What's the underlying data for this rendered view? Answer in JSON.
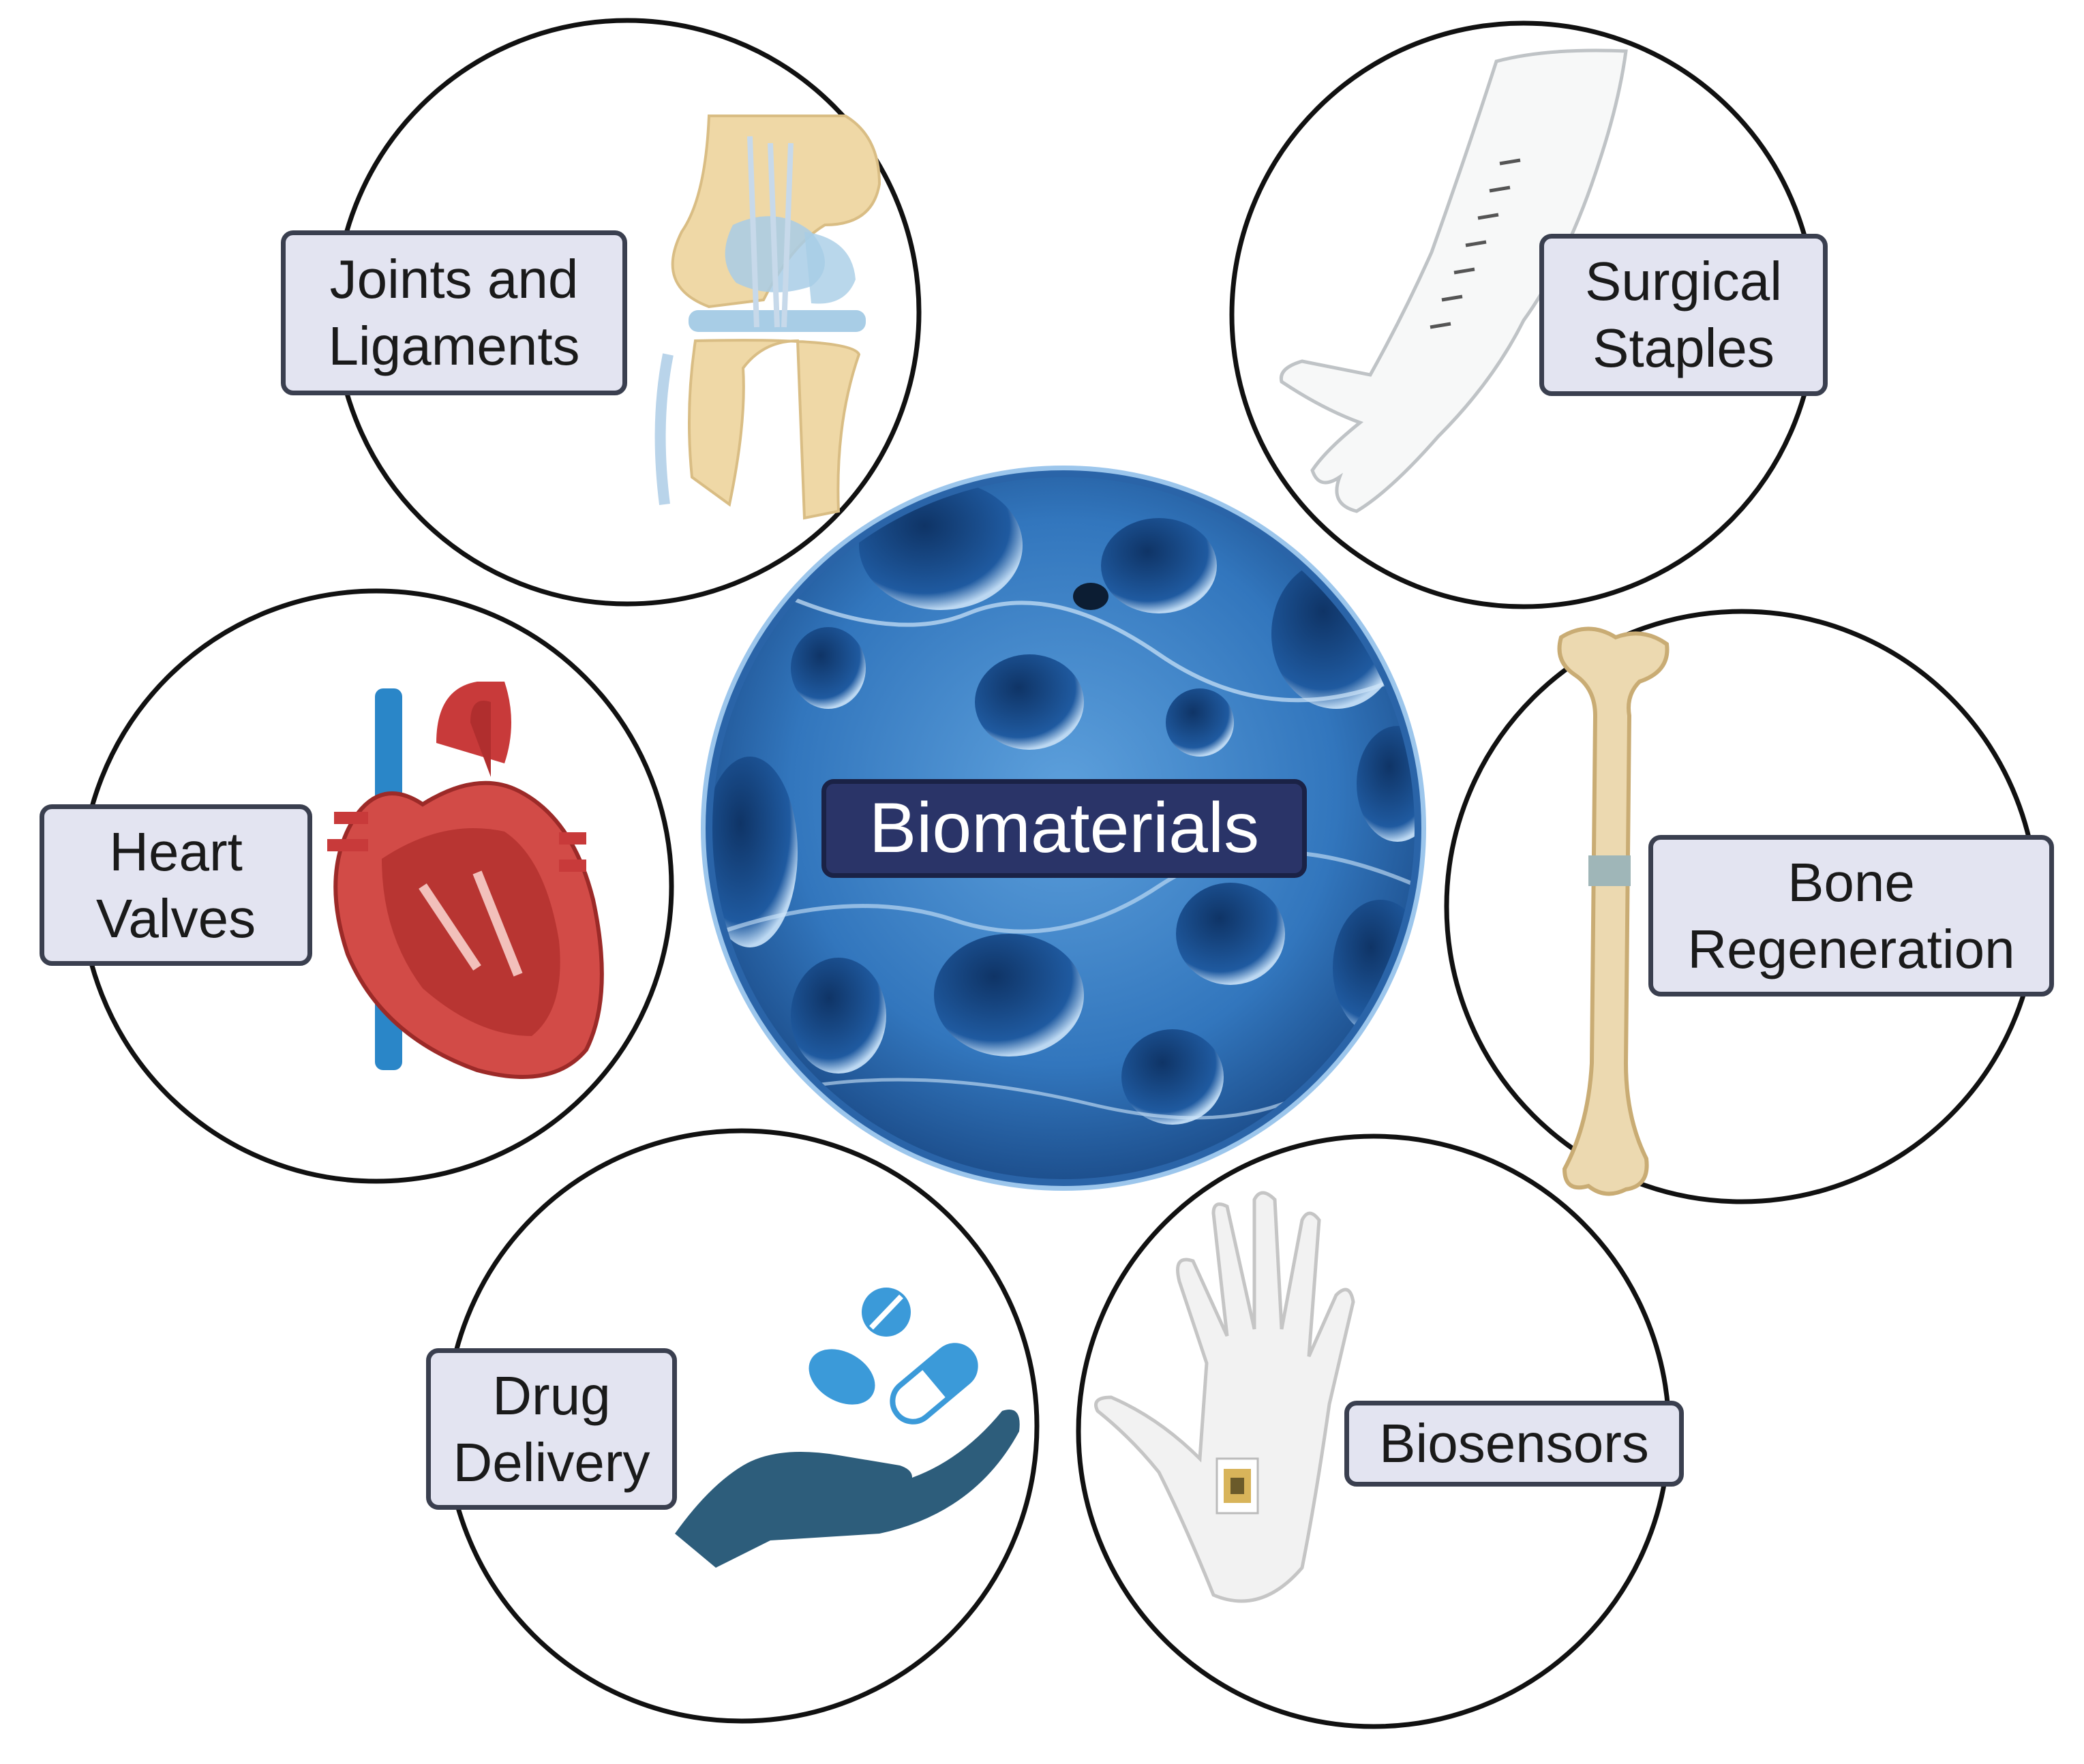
{
  "center": {
    "label": "Biomaterials"
  },
  "applications": [
    {
      "line1": "Joints and",
      "line2": "Ligaments",
      "icon": "knee-joint-icon"
    },
    {
      "line1": "Surgical",
      "line2": "Staples",
      "icon": "stapled-arm-icon"
    },
    {
      "line1": "Heart",
      "line2": "Valves",
      "icon": "heart-icon"
    },
    {
      "line1": "Bone",
      "line2": "Regeneration",
      "icon": "bone-icon"
    },
    {
      "line1": "Drug",
      "line2": "Delivery",
      "icon": "pills-hand-icon"
    },
    {
      "line1": "Biosensors",
      "icon": "hand-sensor-icon"
    }
  ],
  "colors": {
    "circle_stroke": "#111111",
    "label_fill": "#e3e4f1",
    "label_stroke": "#3a3f4f",
    "center_label_fill": "#2a3468",
    "scaffold_blue": "#2f6fb3",
    "heart_red": "#c83a3a",
    "vessel_blue": "#2a86c8",
    "bone_beige": "#ecd9b0",
    "pill_blue": "#3b9ad9",
    "hand_navy": "#2d5d7b"
  }
}
